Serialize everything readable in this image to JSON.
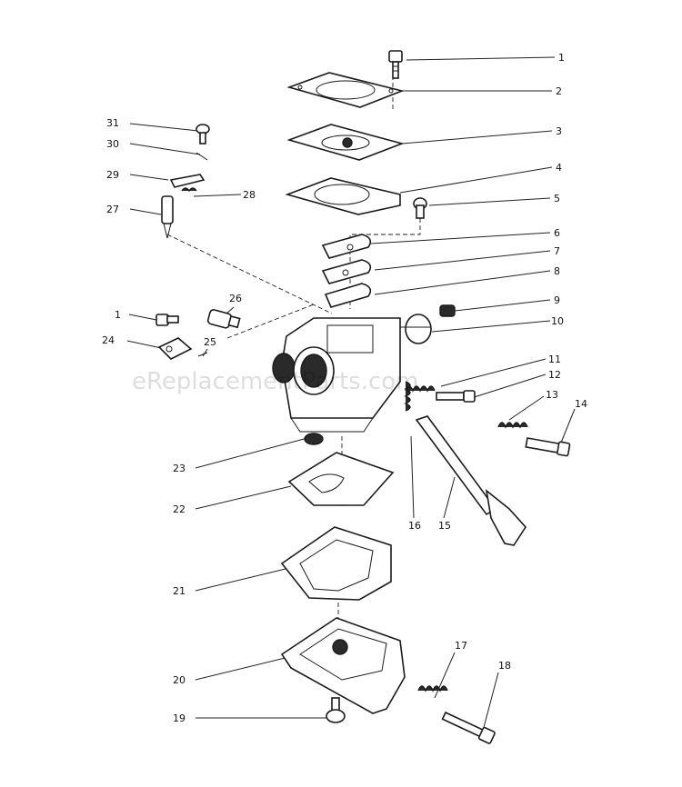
{
  "watermark": "eReplacementParts.com",
  "callouts": [
    {
      "id": "c1a",
      "text": "1"
    },
    {
      "id": "c2",
      "text": "2"
    },
    {
      "id": "c3",
      "text": "3"
    },
    {
      "id": "c4",
      "text": "4"
    },
    {
      "id": "c5",
      "text": "5"
    },
    {
      "id": "c6",
      "text": "6"
    },
    {
      "id": "c7",
      "text": "7"
    },
    {
      "id": "c8",
      "text": "8"
    },
    {
      "id": "c9",
      "text": "9"
    },
    {
      "id": "c10",
      "text": "10"
    },
    {
      "id": "c11",
      "text": "11"
    },
    {
      "id": "c12",
      "text": "12"
    },
    {
      "id": "c13",
      "text": "13"
    },
    {
      "id": "c14",
      "text": "14"
    },
    {
      "id": "c15",
      "text": "15"
    },
    {
      "id": "c16",
      "text": "16"
    },
    {
      "id": "c17",
      "text": "17"
    },
    {
      "id": "c18",
      "text": "18"
    },
    {
      "id": "c19",
      "text": "19"
    },
    {
      "id": "c20",
      "text": "20"
    },
    {
      "id": "c21",
      "text": "21"
    },
    {
      "id": "c22",
      "text": "22"
    },
    {
      "id": "c23",
      "text": "23"
    },
    {
      "id": "c24",
      "text": "24"
    },
    {
      "id": "c25",
      "text": "25"
    },
    {
      "id": "c26",
      "text": "26"
    },
    {
      "id": "c27",
      "text": "27"
    },
    {
      "id": "c28",
      "text": "28"
    },
    {
      "id": "c29",
      "text": "29"
    },
    {
      "id": "c30",
      "text": "30"
    },
    {
      "id": "c31",
      "text": "31"
    },
    {
      "id": "c1b",
      "text": "1"
    }
  ]
}
